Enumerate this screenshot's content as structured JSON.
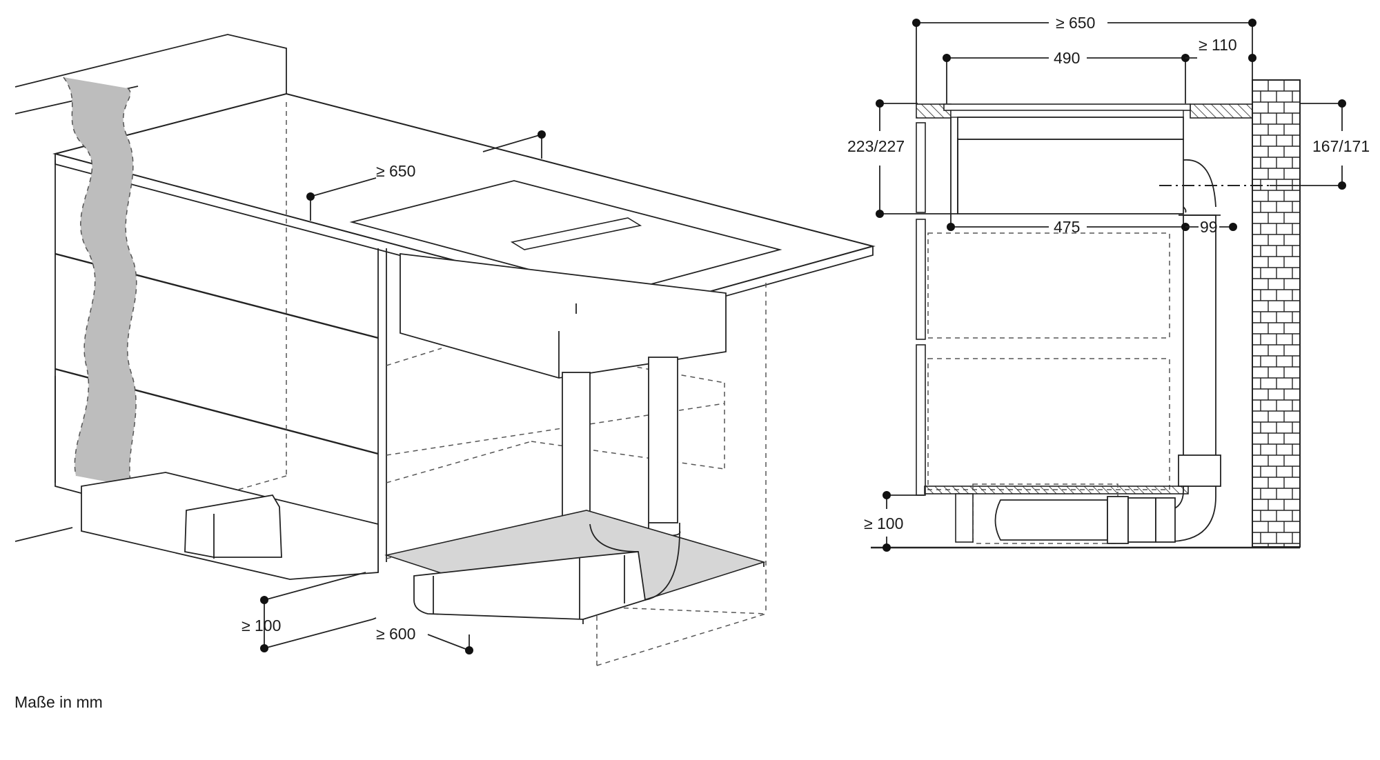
{
  "iso": {
    "dim_depth_top": "≥ 650",
    "dim_depth_floor": "≥ 600",
    "dim_plinth": "≥ 100"
  },
  "section": {
    "dim_top_depth": "≥ 650",
    "dim_unit_width": "490",
    "dim_rear_gap": "≥ 110",
    "dim_height_left": "223/227",
    "dim_height_right": "167/171",
    "dim_lower_width": "475",
    "dim_duct": "99",
    "dim_plinth": "≥ 100"
  },
  "footer": {
    "units_note": "Maße in mm"
  }
}
